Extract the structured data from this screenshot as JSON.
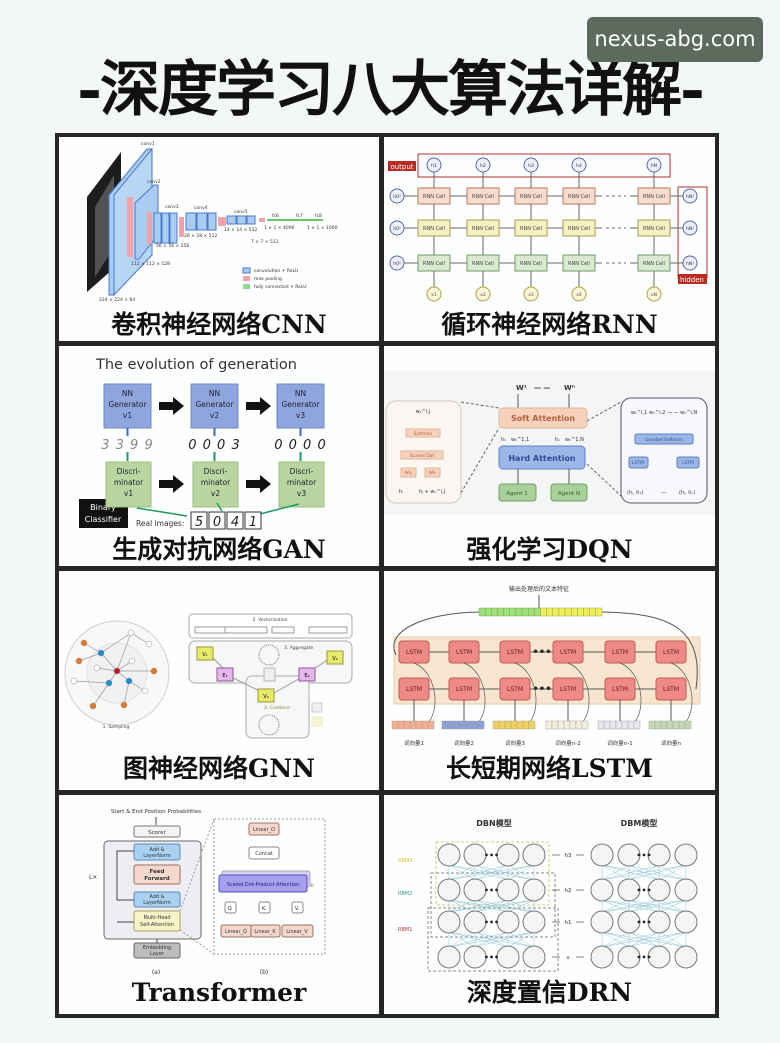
{
  "title": "-深度学习八大算法详解-",
  "watermark": "nexus-abg.com",
  "colors": {
    "frame": "#262626",
    "watermark_bg": "#5d6a5e",
    "blue_box": "#8fa5dd",
    "green_box": "#b9d6a0",
    "lstm_red": "#ef8a86",
    "soft_attention": "#f6d2bd",
    "hard_attention": "#9bb7e8"
  },
  "panels": {
    "cnn": {
      "caption": "卷积神经网络CNN",
      "layers": [
        "conv1",
        "conv2",
        "conv3",
        "conv4",
        "conv5",
        "fc6",
        "fc7",
        "fc8"
      ],
      "sizes": [
        "224 × 224 × 64",
        "112 × 112 × 128",
        "56 × 56 × 256",
        "28 × 28 × 512",
        "14 × 14 × 512",
        "7 × 7 × 512",
        "1 × 1 × 4096",
        "1 × 1 × 1000"
      ],
      "legend": [
        "convolution + ReLU",
        "max pooling",
        "fully connected + ReLU"
      ]
    },
    "rnn": {
      "caption": "循环神经网络RNN",
      "cell_label": "RNN Cell",
      "output_label": "output",
      "hidden_label": "hidden",
      "outputs": [
        "h1",
        "h2",
        "h3",
        "h4",
        "hN"
      ],
      "inputs": [
        "x1",
        "x2",
        "x3",
        "x4",
        "xN"
      ],
      "init_states": [
        "h0³",
        "h0²",
        "h0¹"
      ],
      "final_states": [
        "hN³",
        "hN²",
        "hN¹"
      ]
    },
    "gan": {
      "caption": "生成对抗网络GAN",
      "heading": "The evolution of generation",
      "generators": [
        "NN\nGenerator\nv1",
        "NN\nGenerator\nv2",
        "NN\nGenerator\nv3"
      ],
      "generator_lines": [
        [
          "NN",
          "Generator",
          "v1"
        ],
        [
          "NN",
          "Generator",
          "v2"
        ],
        [
          "NN",
          "Generator",
          "v3"
        ]
      ],
      "discriminator_lines": [
        [
          "Discri-",
          "minator",
          "v1"
        ],
        [
          "Discri-",
          "minator",
          "v2"
        ],
        [
          "Discri-",
          "minator",
          "v3"
        ]
      ],
      "samples": [
        "3 3 9 9",
        "0 0 0 3",
        "0 0 0 0"
      ],
      "binary_classifier": [
        "Binary",
        "Classifier"
      ],
      "real_images_label": "Real images:",
      "real_digits": [
        "5",
        "0",
        "4",
        "1"
      ]
    },
    "dqn": {
      "caption": "强化学习DQN",
      "top_weights": [
        "W¹",
        "— —",
        "Wⁿ"
      ],
      "soft_attention": "Soft Attention",
      "hard_attention": "Hard Attention",
      "agents": [
        "Agent 1",
        "Agent N"
      ],
      "left_panel": {
        "top": "wₕ^i,j",
        "softmax": "Softmax",
        "scaled_dot": "Scaled Dot",
        "ws": [
          "Wq",
          "Wk"
        ],
        "bottom": [
          "hᵢ",
          "hⱼ + wₕ^i,j"
        ]
      },
      "right_panel": {
        "top": "wₕ^i,1  wₕ^i,2  — —  wₕ^i,N",
        "gumbel": "Gumbel Softmax",
        "lstm": "LSTM",
        "bottom": [
          "(hᵢ, h₁)",
          "—",
          "(hᵢ, hₙ)"
        ]
      },
      "mid_labels": [
        "h₁",
        "wₕ^1,1",
        "hₙ",
        "wₕ^1,N"
      ]
    },
    "gnn": {
      "caption": "图神经网络GNN",
      "steps": [
        "1. Sampling",
        "2. Vectorization",
        "3. Aggregate",
        "4. Combine"
      ],
      "nodes": [
        "V₁",
        "E₁",
        "E₂",
        "V₂",
        "V₀"
      ]
    },
    "lstm": {
      "caption": "长短期网络LSTM",
      "output_title": "输出处理后的文本特征",
      "cell_label": "LSTM",
      "ellipsis": "•••",
      "word_vectors": [
        "词向量1",
        "词向量2",
        "词向量3",
        "词向量n-2",
        "词向量n-1",
        "词向量n"
      ]
    },
    "transformer": {
      "caption": "Transformer",
      "top_label": "Start & End Position  Probabilities",
      "scorer": "Scorer",
      "add_norm": [
        "Add &",
        "LayerNorm"
      ],
      "feed_forward": [
        "Feed",
        "Forward"
      ],
      "mhsa": [
        "Multi-Head",
        "Self-Attention"
      ],
      "embedding": [
        "Embedding",
        "Layer"
      ],
      "repeat": "L×",
      "linear_o": "Linear_O",
      "concat": "Concat",
      "sdpa": "Scaled Dot-Product Attention",
      "h": "h",
      "qkv": [
        "Qᵢ",
        "Kᵢ",
        "Vᵢ"
      ],
      "linears": [
        "Linear_Q",
        "Linear_K",
        "Linear_V"
      ],
      "sub_a": "(a)",
      "sub_b": "(b)"
    },
    "dbn": {
      "caption": "深度置信DRN",
      "dbn_title": "DBN模型",
      "dbm_title": "DBM模型",
      "rbms": [
        "RBM3",
        "RBM2",
        "RBM1"
      ],
      "layers": [
        "h3",
        "h2",
        "h1",
        "v"
      ],
      "ellipsis": "•••"
    }
  }
}
